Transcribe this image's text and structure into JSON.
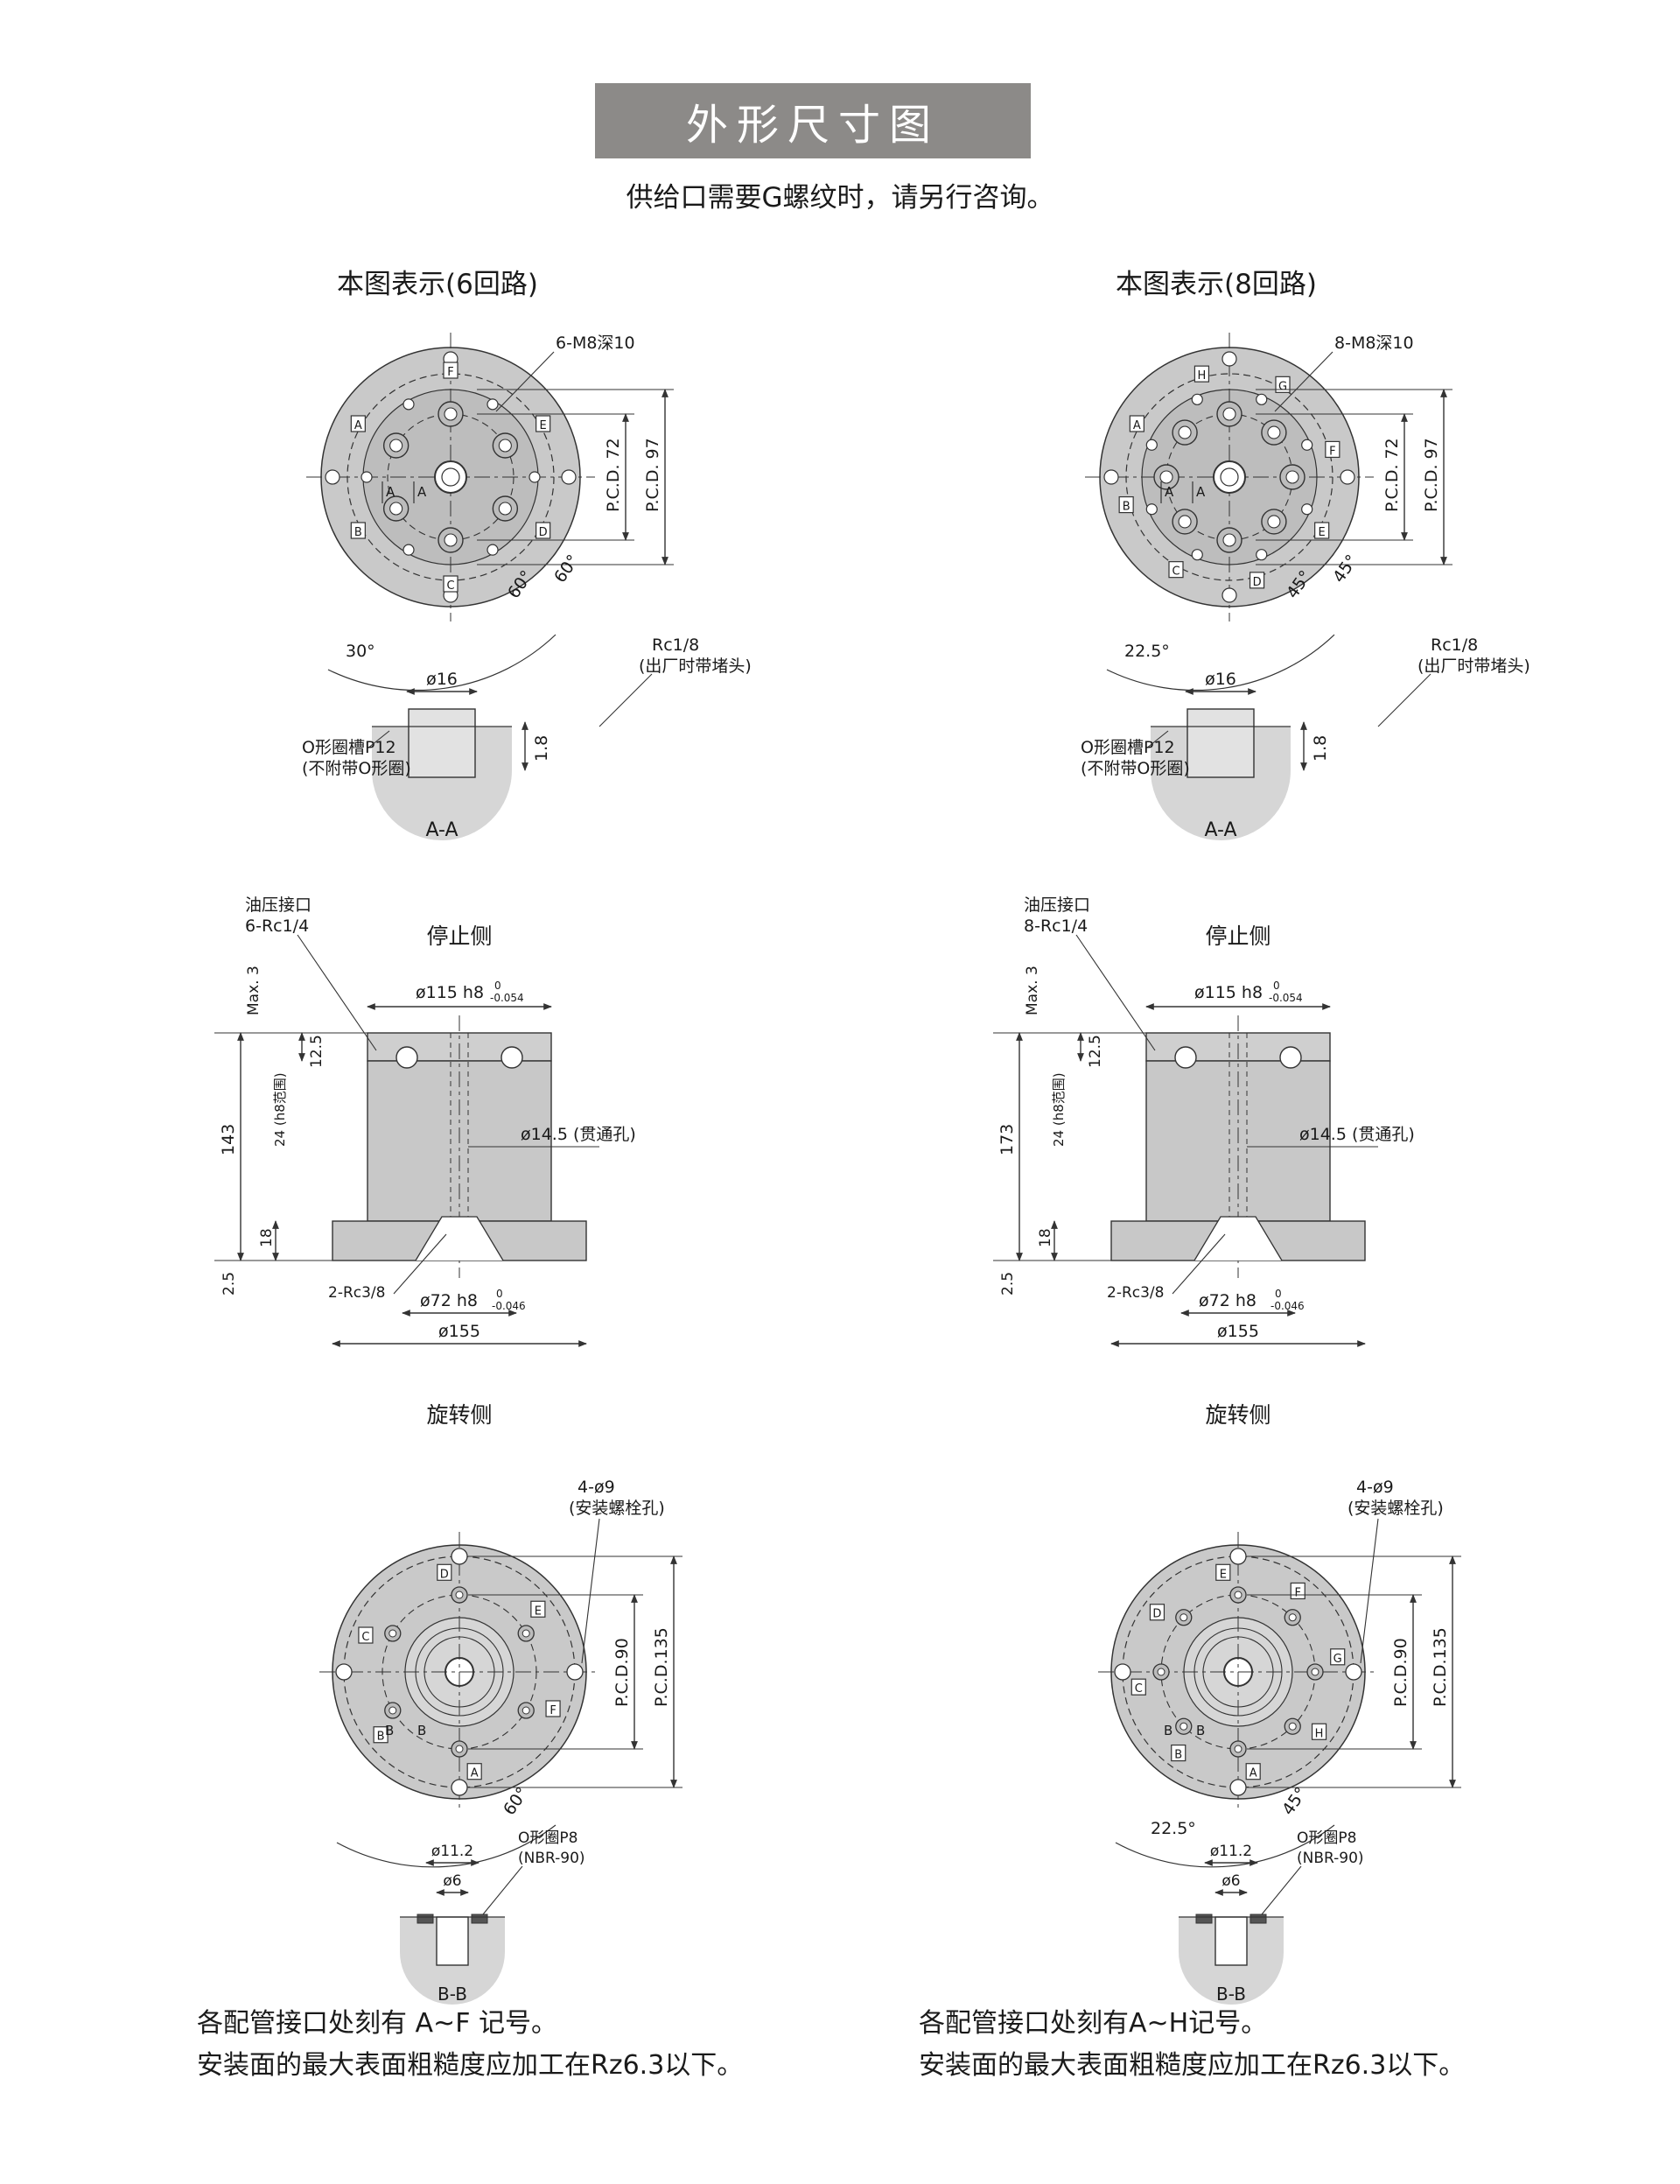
{
  "title": "外形尺寸图",
  "subtitle": "供给口需要G螺纹时，请另行咨询。",
  "left": {
    "heading": "本图表示(6回路)",
    "top_callout": "6-M8深10",
    "pcd_inner": "P.C.D. 72",
    "pcd_outer": "P.C.D. 97",
    "angle_a": "60°",
    "angle_b": "60°",
    "angle_c": "30°",
    "port_letters": [
      "A",
      "B",
      "C",
      "D",
      "E",
      "F"
    ],
    "section_marks": [
      "A",
      "A"
    ],
    "plug_label_1": "Rc1/8",
    "plug_label_2": "(出厂时带堵头)",
    "dia16": "ø16",
    "oring_groove_1": "O形圈槽P12",
    "oring_groove_2": "(不附带O形圈)",
    "dim_1_8": "1.8",
    "section_aa": "A-A",
    "hydraulic_1": "油压接口",
    "hydraulic_2": "6-Rc1/4",
    "stop_side": "停止侧",
    "dia115": "ø115 h8",
    "tol_115_up": "0",
    "tol_115_low": "-0.054",
    "max3": "Max. 3",
    "dim_12_5": "12.5",
    "dim_24": "24 (h8范围)",
    "height_total": "143",
    "through_hole": "ø14.5 (贯通孔)",
    "dim_18": "18",
    "dim_2_5": "2.5",
    "rc38": "2-Rc3/8",
    "dia72": "ø72 h8",
    "tol_72_up": "0",
    "tol_72_low": "-0.046",
    "dia155": "ø155",
    "rotate_side": "旋转侧",
    "bolt_1": "4-ø9",
    "bolt_2": "(安装螺栓孔)",
    "pcd90": "P.C.D.90",
    "pcd135": "P.C.D.135",
    "bottom_angle_a": "60°",
    "bottom_letters": [
      "A",
      "B",
      "C",
      "D",
      "E",
      "F"
    ],
    "section_marks_b": [
      "B",
      "B"
    ],
    "dia11_2": "ø11.2",
    "dia6": "ø6",
    "oring_p8_1": "O形圈P8",
    "oring_p8_2": "(NBR-90)",
    "section_bb": "B-B",
    "note_1": "各配管接口处刻有 A~F 记号。",
    "note_2": "安装面的最大表面粗糙度应加工在Rz6.3以下。"
  },
  "right": {
    "heading": "本图表示(8回路)",
    "top_callout": "8-M8深10",
    "pcd_inner": "P.C.D. 72",
    "pcd_outer": "P.C.D. 97",
    "angle_a": "45°",
    "angle_b": "45°",
    "angle_c": "22.5°",
    "port_letters": [
      "A",
      "B",
      "C",
      "D",
      "E",
      "F",
      "G",
      "H"
    ],
    "section_marks": [
      "A",
      "A"
    ],
    "plug_label_1": "Rc1/8",
    "plug_label_2": "(出厂时带堵头)",
    "dia16": "ø16",
    "oring_groove_1": "O形圈槽P12",
    "oring_groove_2": "(不附带O形圈)",
    "dim_1_8": "1.8",
    "section_aa": "A-A",
    "hydraulic_1": "油压接口",
    "hydraulic_2": "8-Rc1/4",
    "stop_side": "停止侧",
    "dia115": "ø115 h8",
    "tol_115_up": "0",
    "tol_115_low": "-0.054",
    "max3": "Max. 3",
    "dim_12_5": "12.5",
    "dim_24": "24 (h8范围)",
    "height_total": "173",
    "through_hole": "ø14.5 (贯通孔)",
    "dim_18": "18",
    "dim_2_5": "2.5",
    "rc38": "2-Rc3/8",
    "dia72": "ø72 h8",
    "tol_72_up": "0",
    "tol_72_low": "-0.046",
    "dia155": "ø155",
    "rotate_side": "旋转侧",
    "bolt_1": "4-ø9",
    "bolt_2": "(安装螺栓孔)",
    "pcd90": "P.C.D.90",
    "pcd135": "P.C.D.135",
    "bottom_angle_a": "45°",
    "bottom_angle_c": "22.5°",
    "bottom_letters": [
      "A",
      "B",
      "C",
      "D",
      "E",
      "F",
      "G",
      "H"
    ],
    "section_marks_b": [
      "B",
      "B"
    ],
    "dia11_2": "ø11.2",
    "dia6": "ø6",
    "oring_p8_1": "O形圈P8",
    "oring_p8_2": "(NBR-90)",
    "section_bb": "B-B",
    "note_1": "各配管接口处刻有A~H记号。",
    "note_2": "安装面的最大表面粗糙度应加工在Rz6.3以下。"
  }
}
